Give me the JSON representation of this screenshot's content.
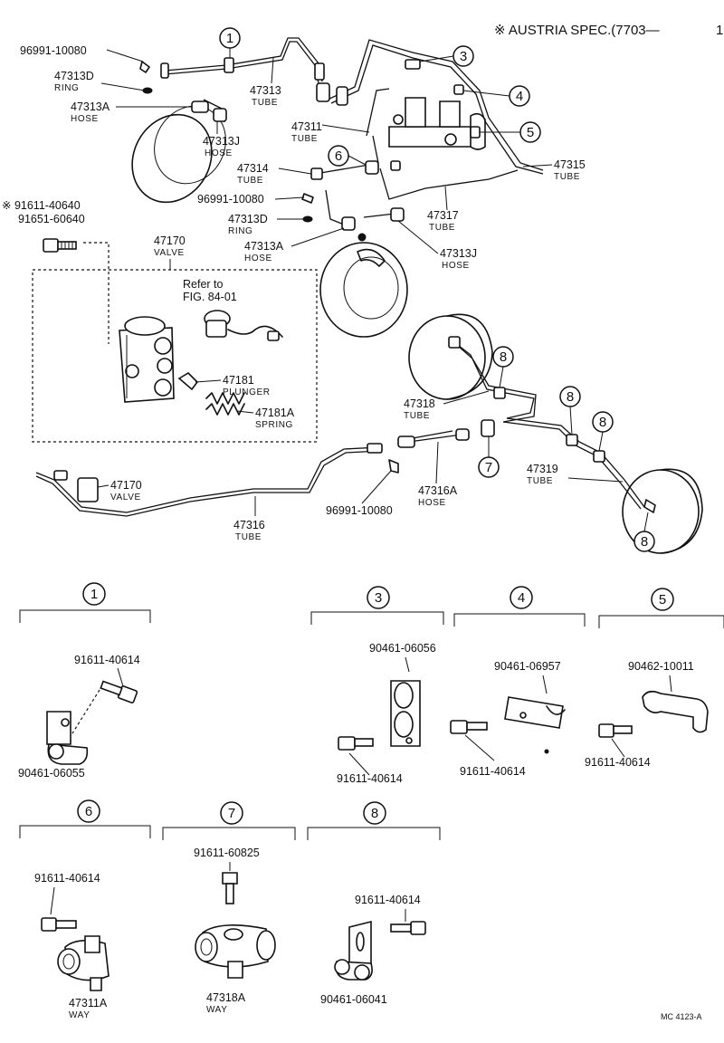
{
  "header": {
    "spec_note": "※ AUSTRIA SPEC.(7703—",
    "spec_tail": "1"
  },
  "callouts": {
    "c1": "1",
    "c3": "3",
    "c4": "4",
    "c5": "5",
    "c6": "6",
    "c7": "7",
    "c8a": "8",
    "c8b": "8",
    "c8c": "8",
    "c8d": "8"
  },
  "parts": {
    "p96991_top": "96991-10080",
    "p47313d_top": "47313D",
    "ring_top": "RING",
    "p47313a_top": "47313A",
    "hose_top": "HOSE",
    "p47313": "47313",
    "tube_47313": "TUBE",
    "p47313j_top": "47313J",
    "hose_47313j_top": "HOSE",
    "p47311": "47311",
    "tube_47311": "TUBE",
    "p47315": "47315",
    "tube_47315": "TUBE",
    "p47314": "47314",
    "tube_47314": "TUBE",
    "p96991_mid": "96991-10080",
    "p47313d_mid": "47313D",
    "ring_mid": "RING",
    "p47313a_mid": "47313A",
    "hose_mid": "HOSE",
    "p47313j_mid": "47313J",
    "hose_47313j_mid": "HOSE",
    "p47317": "47317",
    "tube_47317": "TUBE",
    "p91611_40640": "※ 91611-40640",
    "p91651_60640": "91651-60640",
    "p47170": "47170",
    "valve_top": "VALVE",
    "refer1": "Refer to",
    "refer2": "FIG. 84-01",
    "p47181": "47181",
    "plunger": "PLUNGER",
    "p47181a": "47181A",
    "spring": "SPRING",
    "p47318": "47318",
    "tube_47318": "TUBE",
    "p47170_b": "47170",
    "valve_b": "VALVE",
    "p47316a": "47316A",
    "hose_47316a": "HOSE",
    "p47319": "47319",
    "tube_47319": "TUBE",
    "p47316": "47316",
    "tube_47316": "TUBE",
    "p96991_bot": "96991-10080"
  },
  "details": {
    "d1": {
      "num": "1",
      "bolt": "91611-40614",
      "clip": "90461-06055"
    },
    "d3": {
      "num": "3",
      "clip": "90461-06056",
      "bolt": "91611-40614"
    },
    "d4": {
      "num": "4",
      "clip": "90461-06957",
      "bolt": "91611-40614"
    },
    "d5": {
      "num": "5",
      "clip": "90462-10011",
      "bolt": "91611-40614"
    },
    "d6": {
      "num": "6",
      "bolt": "91611-40614",
      "way": "47311A",
      "way_label": "WAY"
    },
    "d7": {
      "num": "7",
      "bolt": "91611-60825",
      "way": "47318A",
      "way_label": "WAY"
    },
    "d8": {
      "num": "8",
      "bolt": "91611-40614",
      "clip": "90461-06041"
    }
  },
  "footer": {
    "code": "MC 4123-A"
  }
}
